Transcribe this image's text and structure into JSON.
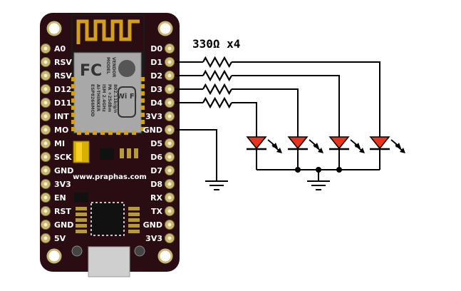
{
  "board": {
    "website": "www.praphas.com",
    "module_text": [
      "MODEL",
      "VENDOR",
      "ESP8266MOD",
      "AI-THINKER",
      "ISM 2.4GHz",
      "PA +25dBm",
      "802.11b/g/n"
    ],
    "fcc_text": "FC",
    "wifi_text": "Wi Fi",
    "left_pins": [
      "A0",
      "RSV",
      "RSV",
      "D12",
      "D11",
      "INT",
      "MO",
      "MI",
      "SCK",
      "GND",
      "3V3",
      "EN",
      "RST",
      "GND",
      "5V"
    ],
    "right_pins": [
      "D0",
      "D1",
      "D2",
      "D3",
      "D4",
      "3V3",
      "GND",
      "D5",
      "D6",
      "D7",
      "D8",
      "RX",
      "TX",
      "GND",
      "3V3"
    ]
  },
  "circuit": {
    "resistor_label": "330Ω x4",
    "led_count": 4
  },
  "colors": {
    "board": "#2a0d12",
    "pin_pad": "#c8b870",
    "gold": "#d4a017",
    "led": "#e8341c",
    "wire": "#000000"
  }
}
